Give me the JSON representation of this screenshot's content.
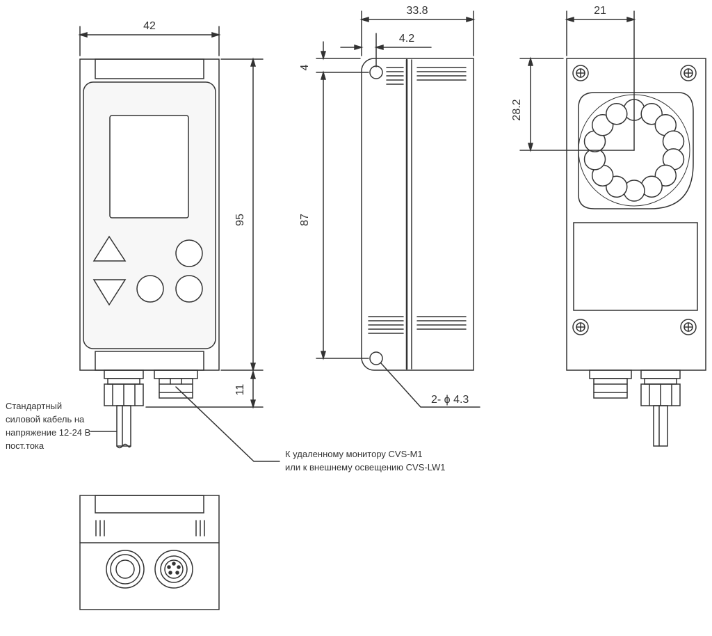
{
  "dimensions": {
    "front_width": "42",
    "front_height": "95",
    "connector_height": "11",
    "side_depth": "33.8",
    "side_hole_offset_x": "4.2",
    "side_hole_offset_y": "4",
    "side_hole_spacing": "87",
    "hole_spec": "2- ϕ 4.3",
    "back_lens_offset_x": "21",
    "back_lens_offset_y": "28.2"
  },
  "notes": {
    "power_cable": [
      "Стандартный",
      "силовой кабель на",
      "напряжение 12-24 В",
      "пост.тока"
    ],
    "remote_connector": [
      "К удаленному монитору CVS-M1",
      "или к внешнему освещению CVS-LW1"
    ]
  },
  "colors": {
    "line": "#333333",
    "panel_fill": "#f7f7f7",
    "white": "#ffffff"
  }
}
